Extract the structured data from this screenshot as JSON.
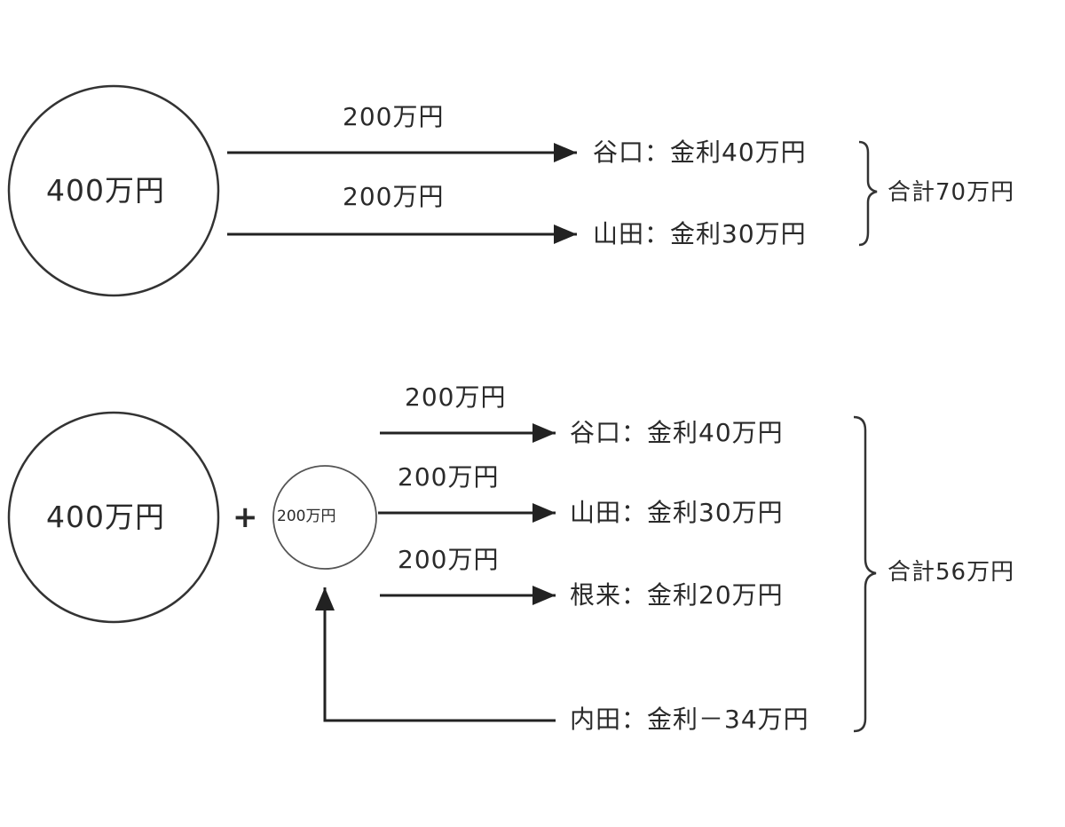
{
  "top": {
    "source": "400万円",
    "arrow_labels": [
      "200万円",
      "200万円"
    ],
    "rows": [
      "谷口：金利40万円",
      "山田：金利30万円"
    ],
    "total": "合計70万円"
  },
  "bottom": {
    "source": "400万円",
    "plus": "+",
    "extra": "200万円",
    "arrow_labels": [
      "200万円",
      "200万円",
      "200万円"
    ],
    "rows": [
      "谷口：金利40万円",
      "山田：金利30万円",
      "根来：金利20万円"
    ],
    "return_row": "内田：金利－34万円",
    "total": "合計56万円"
  },
  "colors": {
    "line": "#222222",
    "text": "#2a2a2a",
    "background": "#ffffff"
  }
}
